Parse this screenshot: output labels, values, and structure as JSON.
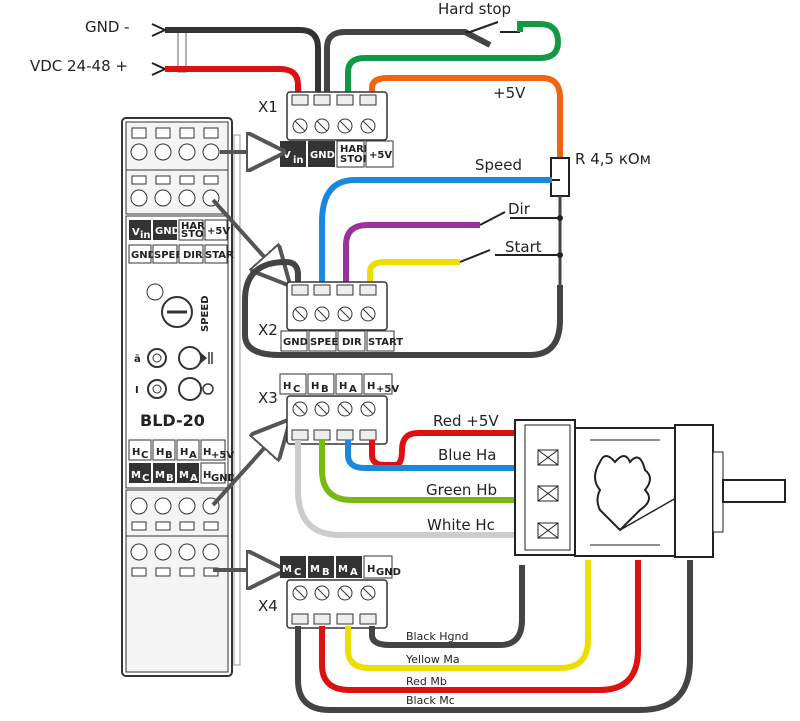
{
  "power": {
    "gnd": "GND -",
    "vdc": "VDC 24-48 +"
  },
  "hard_stop": "Hard stop",
  "plus5v": "+5V",
  "resistor": "R 4,5 кОм",
  "speed": "Speed",
  "dir": "Dir",
  "start": "Start",
  "connectors": {
    "x1": {
      "name": "X1",
      "pins": [
        "V",
        "in",
        "GND",
        "HARD",
        "STOP",
        "+5V"
      ]
    },
    "x2": {
      "name": "X2",
      "pins": [
        "GND",
        "SPEED",
        "DIR",
        "START"
      ]
    },
    "x3": {
      "name": "X3",
      "pins": [
        "H",
        "C",
        "H",
        "B",
        "H",
        "A",
        "H",
        "+5V"
      ]
    },
    "x4": {
      "name": "X4",
      "pins": [
        "M",
        "C",
        "M",
        "B",
        "M",
        "A",
        "H",
        "GND"
      ]
    }
  },
  "controller": {
    "name": "BLD-20",
    "top_tags": [
      "V",
      "in",
      "GND",
      "HARD",
      "STOP",
      "+5V"
    ],
    "mid_tags": [
      "GND",
      "SPEED",
      "DIR",
      "START"
    ],
    "speed_knob": "SPEED",
    "h_tags": [
      "H",
      "C",
      "H",
      "B",
      "H",
      "A",
      "H",
      "+5V"
    ],
    "m_tags": [
      "M",
      "C",
      "M",
      "B",
      "M",
      "A",
      "H",
      "GND"
    ],
    "sym_a": "ā",
    "sym_i": "I"
  },
  "hall_wires": [
    "Red +5V",
    "Blue Ha",
    "Green Hb",
    "White Hc"
  ],
  "motor_wires": [
    "Black Hgnd",
    "Yellow Ma",
    "Red Mb",
    "Black Mc"
  ],
  "colors": {
    "black": "#444444",
    "red": "#dd1111",
    "green": "#119944",
    "orange": "#ee6611",
    "blue": "#1a88dd",
    "purple": "#993399",
    "yellow": "#eedd00",
    "lime": "#77bb11",
    "white": "#dddddd"
  }
}
